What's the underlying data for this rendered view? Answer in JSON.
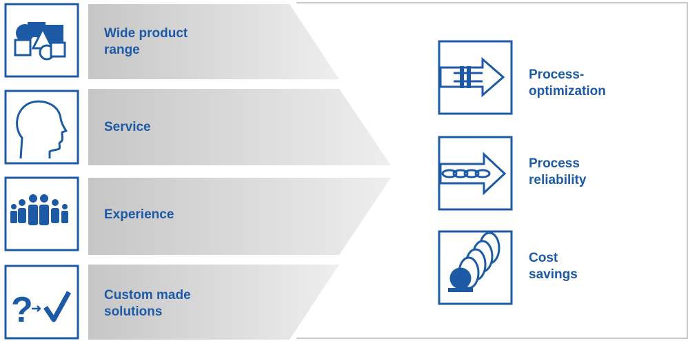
{
  "left_items": [
    {
      "label": "Wide product\nrange",
      "icon": "shapes-icon"
    },
    {
      "label": "Service",
      "icon": "head-profile-icon"
    },
    {
      "label": "Experience",
      "icon": "people-group-icon"
    },
    {
      "label": "Custom made\nsolutions",
      "icon": "question-to-check-icon"
    }
  ],
  "right_items": [
    {
      "label": "Process-\noptimization",
      "icon": "arrow-process-icon"
    },
    {
      "label": "Process\nreliability",
      "icon": "chain-arrow-icon"
    },
    {
      "label": "Cost\nsavings",
      "icon": "coins-icon"
    }
  ],
  "colors": {
    "brand_blue": "#1d5aa5",
    "band_dark": "#c8c8c8",
    "band_light": "#ececec",
    "panel_border": "#c8c8c8"
  }
}
